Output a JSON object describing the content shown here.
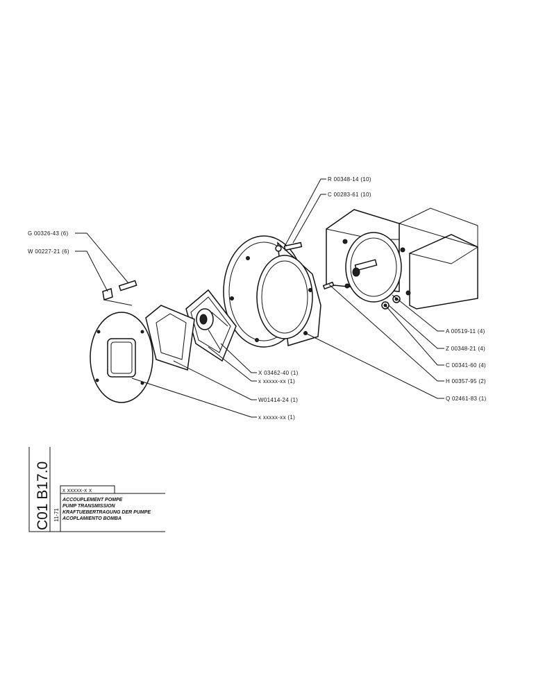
{
  "labels": {
    "g_00326": "G 00326-43 (6)",
    "w_00227": "W 00227-21 (6)",
    "r_00348": "R 00348-14 (10)",
    "c_00283": "C 00283-61 (10)",
    "a_00519": "A 00519-11 (4)",
    "z_00348": "Z 00348-21 (4)",
    "c_00341": "C 00341-60 (4)",
    "h_00357": "H 00357-95 (2)",
    "q_02461": "Q 02461-83 (1)",
    "x_03462": "X 03462-40 (1)",
    "xxxx_1": "x xxxxx-xx (1)",
    "w_01414": "W01414-24 (1)",
    "xxxx_2": "x xxxxx-xx (1)"
  },
  "title_block": {
    "code_main": "C01  B17.0",
    "date": "11-71",
    "ref": "x xxxxx-x x",
    "titles": [
      "ACCOUPLEMENT POMPE",
      "PUMP TRANSMISSION",
      "KRAFTUEBERTRAGUNG DER PUMPE",
      "ACOPLAMIENTO BOMBA"
    ]
  }
}
